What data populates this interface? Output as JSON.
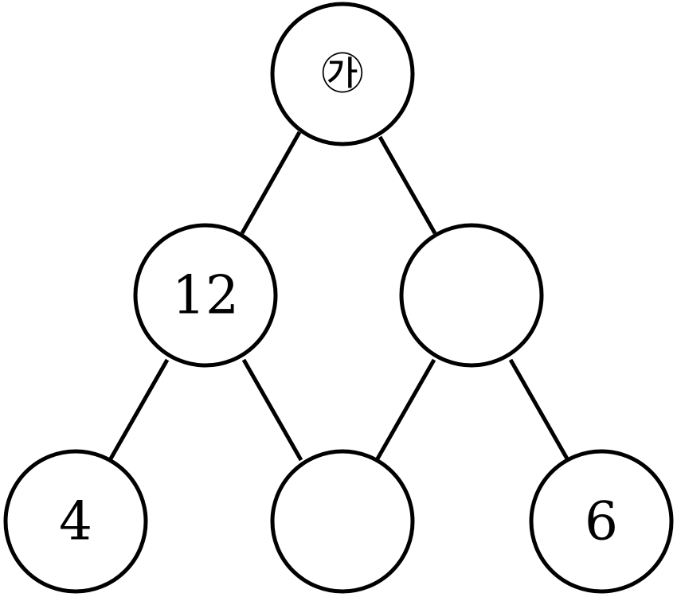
{
  "diagram": {
    "nodes": {
      "top": {
        "label": "㉮"
      },
      "middle_left": {
        "label": "12"
      },
      "middle_right": {
        "label": ""
      },
      "bottom_left": {
        "label": "4"
      },
      "bottom_middle": {
        "label": ""
      },
      "bottom_right": {
        "label": "6"
      }
    },
    "edges": [
      [
        "top",
        "middle_left"
      ],
      [
        "top",
        "middle_right"
      ],
      [
        "middle_left",
        "bottom_left"
      ],
      [
        "middle_left",
        "bottom_middle"
      ],
      [
        "middle_right",
        "bottom_middle"
      ],
      [
        "middle_right",
        "bottom_right"
      ]
    ],
    "colors": {
      "stroke": "#000000",
      "fill": "#ffffff"
    }
  }
}
